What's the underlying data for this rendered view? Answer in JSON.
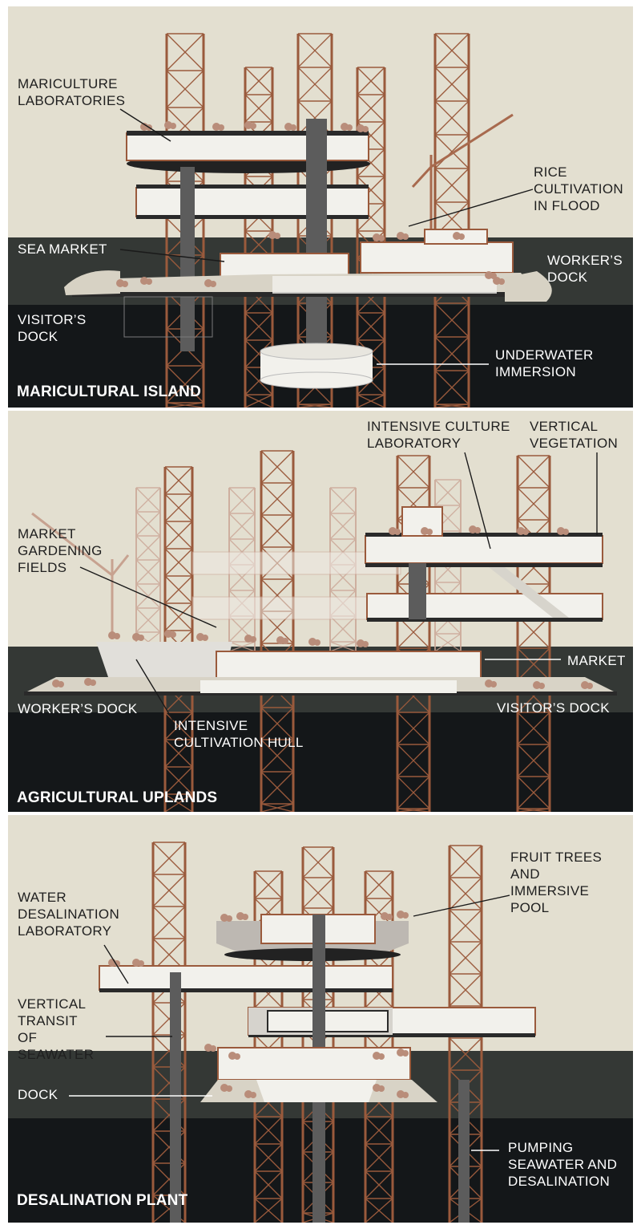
{
  "colors": {
    "sky": "#e3dfd0",
    "sea_surface": "#343835",
    "deep_water": "#141719",
    "truss": "#9a5a3c",
    "truss_light": "#c9a493",
    "slab": "#2a2a2a",
    "glass": "#f2f1ec",
    "tree": "#b98d7a"
  },
  "panels": [
    {
      "title": "MARICULTURAL ISLAND",
      "labels": [
        {
          "id": "mariculture-laboratories",
          "text": "MARICULTURE\nLABORATORIES"
        },
        {
          "id": "rice-cultivation",
          "text": "RICE\nCULTIVATION\nIN FLOOD"
        },
        {
          "id": "sea-market",
          "text": "SEA MARKET"
        },
        {
          "id": "workers-dock",
          "text": "WORKER’S\nDOCK"
        },
        {
          "id": "visitors-dock",
          "text": "VISITOR’S\nDOCK"
        },
        {
          "id": "underwater-immersion",
          "text": "UNDERWATER\nIMMERSION"
        }
      ]
    },
    {
      "title": "AGRICULTURAL UPLANDS",
      "labels": [
        {
          "id": "intensive-culture-laboratory",
          "text": "INTENSIVE CULTURE\nLABORATORY"
        },
        {
          "id": "vertical-vegetation",
          "text": "VERTICAL\nVEGETATION"
        },
        {
          "id": "market-gardening-fields",
          "text": "MARKET\nGARDENING\nFIELDS"
        },
        {
          "id": "market",
          "text": "MARKET"
        },
        {
          "id": "workers-dock",
          "text": "WORKER’S DOCK"
        },
        {
          "id": "visitors-dock",
          "text": "VISITOR’S DOCK"
        },
        {
          "id": "intensive-cultivation-hull",
          "text": "INTENSIVE\nCULTIVATION HULL"
        }
      ]
    },
    {
      "title": "DESALINATION PLANT",
      "labels": [
        {
          "id": "fruit-trees",
          "text": "FRUIT TREES\nAND\nIMMERSIVE\nPOOL"
        },
        {
          "id": "water-desalination-laboratory",
          "text": "WATER\nDESALINATION\nLABORATORY"
        },
        {
          "id": "vertical-transit",
          "text": "VERTICAL\nTRANSIT\nOF\nSEAWATER"
        },
        {
          "id": "dock",
          "text": "DOCK"
        },
        {
          "id": "pumping-seawater",
          "text": "PUMPING\nSEAWATER AND\nDESALINATION"
        }
      ]
    }
  ]
}
